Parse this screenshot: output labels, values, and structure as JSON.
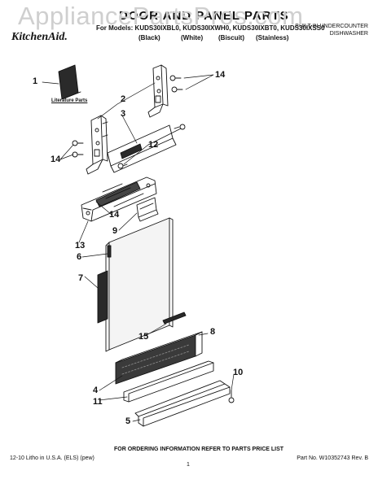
{
  "watermark": "AppliancePartsPros.com",
  "header": {
    "title": "DOOR AND PANEL PARTS",
    "models_line": "For Models: KUDS30IXBL0, KUDS30IXWH0, KUDS30IXBT0, KUDS30IXSS0",
    "variants": [
      "(Black)",
      "(White)",
      "(Biscuit)",
      "(Stainless)"
    ],
    "brand": "KitchenAid.",
    "product_line1": "BUILT-IN UNDERCOUNTER",
    "product_line2": "DISHWASHER"
  },
  "labels": {
    "literature_parts": "Literature Parts"
  },
  "callouts": [
    "1",
    "2",
    "3",
    "14",
    "14",
    "12",
    "14",
    "9",
    "13",
    "6",
    "7",
    "15",
    "8",
    "4",
    "10",
    "11",
    "5"
  ],
  "footer": {
    "ordering": "FOR ORDERING INFORMATION REFER TO PARTS PRICE LIST",
    "left": "12-10 Litho in U.S.A. (ELS) (pew)",
    "page": "1",
    "right": "Part No. W10352743 Rev. B"
  },
  "colors": {
    "line": "#111111",
    "watermark": "#cfcfcf",
    "panel_fill": "#f4f4f4",
    "booklet_fill": "#2a2a2a"
  }
}
